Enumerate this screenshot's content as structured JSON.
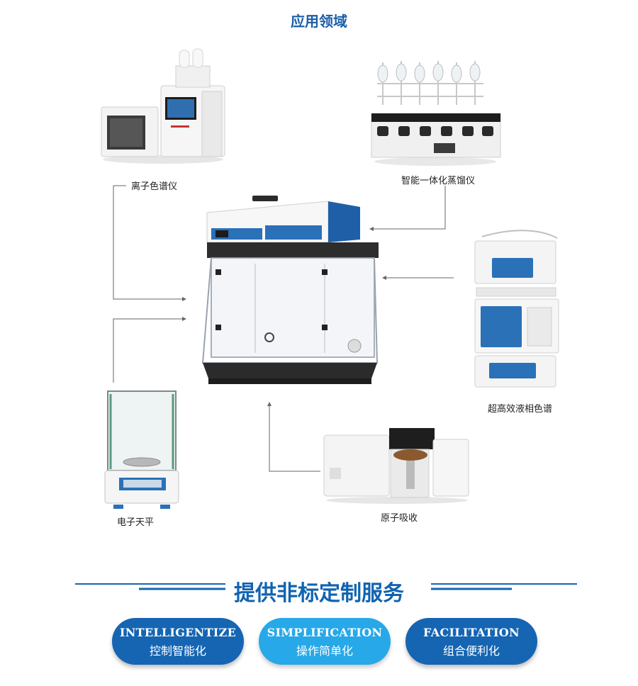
{
  "header": {
    "title": "应用领域"
  },
  "instruments": {
    "ion_chromatograph": "离子色谱仪",
    "distiller": "智能一体化蒸馏仪",
    "hplc": "超高效液相色谱",
    "balance": "电子天平",
    "atomic_absorption": "原子吸收"
  },
  "service": {
    "title": "提供非标定制服务",
    "pills": [
      {
        "en": "INTELLIGENTIZE",
        "zh": "控制智能化"
      },
      {
        "en": "SIMPLIFICATION",
        "zh": "操作简单化"
      },
      {
        "en": "FACILITATION",
        "zh": "组合便利化"
      }
    ]
  },
  "colors": {
    "primary_blue": "#1565b3",
    "light_blue": "#27a8e8",
    "title_blue": "#1a5ea8",
    "connector": "#666666"
  }
}
